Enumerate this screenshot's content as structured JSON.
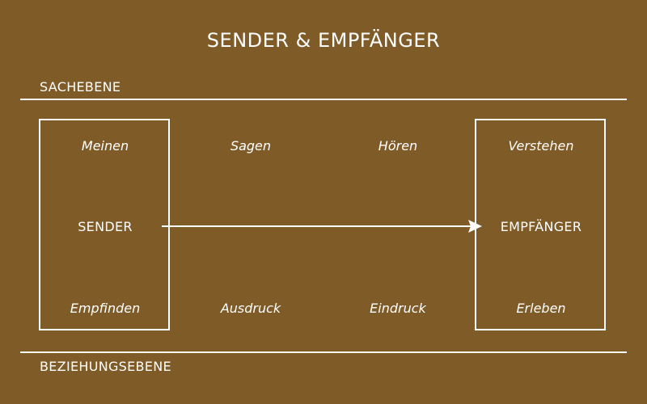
{
  "title": "SENDER & EMPFÄNGER",
  "levels": {
    "top": "SACHEBENE",
    "bottom": "BEZIEHUNGSEBENE"
  },
  "sender": {
    "label": "SENDER",
    "top_word": "Meinen",
    "bottom_word": "Empfinden"
  },
  "receiver": {
    "label": "EMPFÄNGER",
    "top_word": "Verstehen",
    "bottom_word": "Erleben"
  },
  "channel": {
    "top_words": [
      "Sagen",
      "Hören"
    ],
    "bottom_words": [
      "Ausdruck",
      "Eindruck"
    ]
  },
  "colors": {
    "background": "#7f5b28",
    "foreground": "#ffffff"
  }
}
